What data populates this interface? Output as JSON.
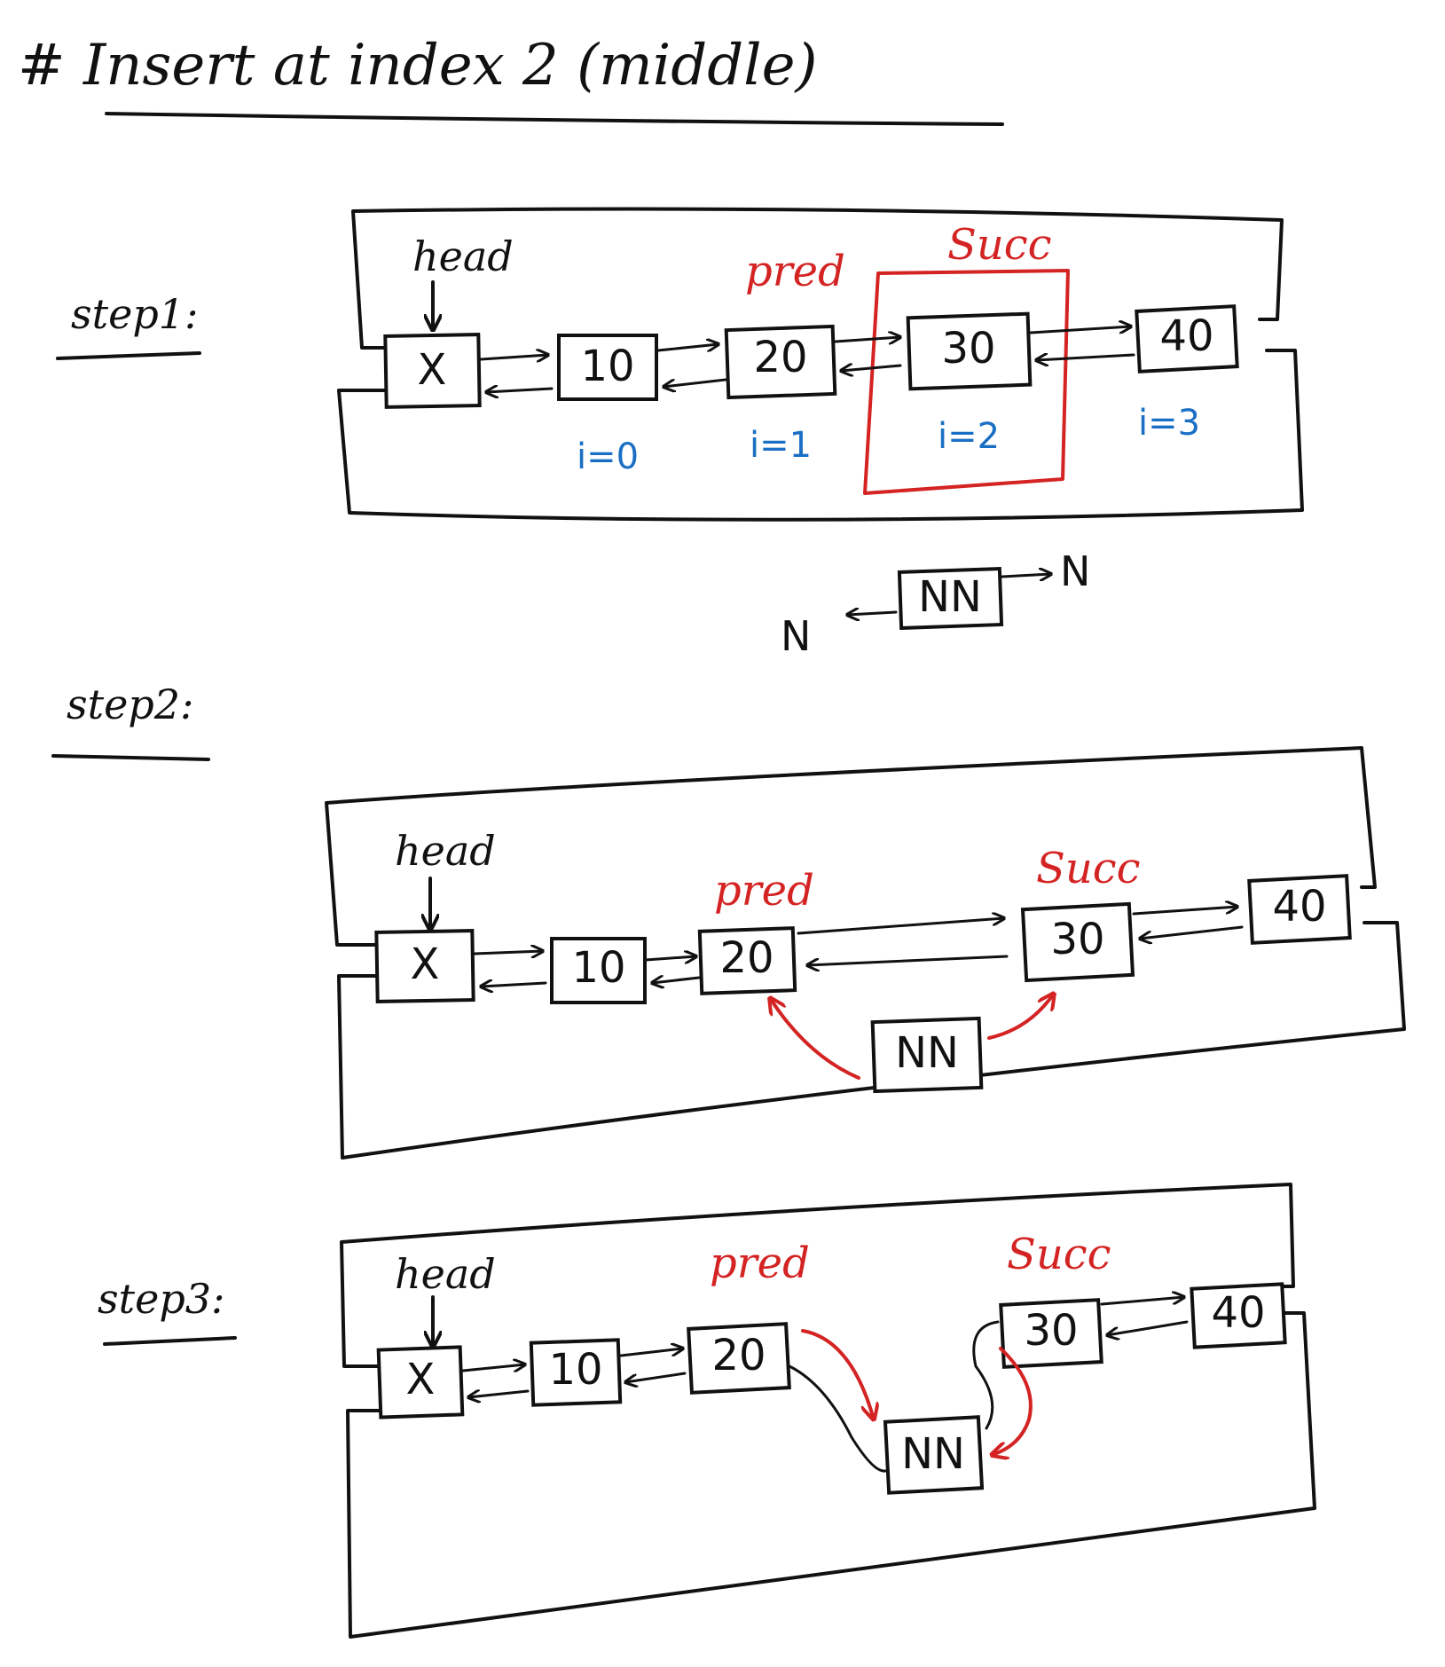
{
  "title": "# Insert at index 2 (middle)",
  "colors": {
    "ink": "#111111",
    "pointer": "#d42323",
    "index": "#1a6fc4"
  },
  "new_node_label": "N",
  "steps": [
    {
      "label": "step1:",
      "head": "head",
      "pred": "pred",
      "succ": "Succ",
      "nodes": [
        "X",
        "10",
        "20",
        "30",
        "40"
      ],
      "indices": [
        "i=0",
        "i=1",
        "i=2",
        "i=3"
      ],
      "new_node": "NN"
    },
    {
      "label": "step2:",
      "head": "head",
      "pred": "pred",
      "succ": "Succ",
      "nodes": [
        "X",
        "10",
        "20",
        "30",
        "40"
      ],
      "new_node": "NN"
    },
    {
      "label": "step3:",
      "head": "head",
      "pred": "pred",
      "succ": "Succ",
      "nodes": [
        "X",
        "10",
        "20",
        "30",
        "40"
      ],
      "new_node": "NN"
    }
  ]
}
